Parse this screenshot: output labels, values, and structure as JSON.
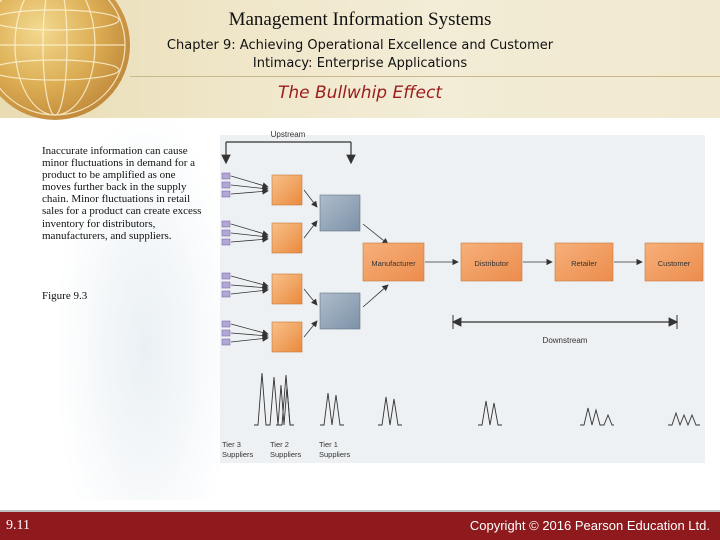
{
  "header": {
    "title": "Management Information Systems",
    "subtitle": "Chapter 9: Achieving Operational Excellence and Customer Intimacy: Enterprise Applications",
    "section_title": "The Bullwhip Effect"
  },
  "caption": {
    "text": "Inaccurate information can cause minor fluctuations in demand for a product to be amplified as one moves further back in the supply chain. Minor fluctuations in retail sales for a product can create excess inventory for distributors, manufacturers, and suppliers.",
    "figure_label": "Figure 9.3"
  },
  "diagram": {
    "upstream_label": "Upstream",
    "downstream_label": "Downstream",
    "chain_nodes": [
      "Manufacturer",
      "Distributor",
      "Retailer",
      "Customer"
    ],
    "tier_labels": [
      "Tier 3 Suppliers",
      "Tier 2 Suppliers",
      "Tier 1 Suppliers"
    ],
    "colors": {
      "orange_box": "#f2a05a",
      "blue_box": "#8fa3b8",
      "arrow": "#333333"
    }
  },
  "footer": {
    "page_number": "9.11",
    "copyright": "Copyright © 2016 Pearson Education Ltd."
  }
}
